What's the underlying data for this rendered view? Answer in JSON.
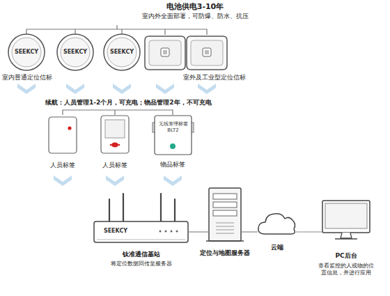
{
  "diagram": {
    "title": "电池供电3-10年",
    "nodes": [
      {
        "text": [
          "SEEKCY"
        ]
      },
      {
        "text": [
          "SEEKCY"
        ]
      },
      {
        "text": [
          "SEEKCY"
        ]
      },
      {
        "text": [
          "人员标签"
        ]
      },
      {
        "text": [
          "人员标签"
        ]
      },
      {
        "text": [
          "无线管理标签 BLT2",
          "物品标签"
        ]
      },
      {
        "text": [
          "SEEKCY",
          "钛准通信基站",
          "将定位数据回传至服务器"
        ]
      },
      {
        "text": [
          "定位与地图服务器"
        ]
      },
      {
        "text": [
          "云端"
        ]
      },
      {
        "text": [
          "PC后台",
          "查看监控的人或物的位置信息，并进行应用"
        ]
      }
    ],
    "edges": [
      {
        "from": 6,
        "to": 7,
        "arrow": "none"
      },
      {
        "from": 7,
        "to": 8,
        "arrow": "none"
      },
      {
        "from": 8,
        "to": 9,
        "arrow": "none"
      }
    ],
    "labels": [
      "室内外全面部署，可防爆、防水、抗压",
      "室内普通定位信标",
      "室外及工业型定位信标",
      "续航：人员管理1-2个月，可充电；物品管理2年，不可充电"
    ]
  }
}
